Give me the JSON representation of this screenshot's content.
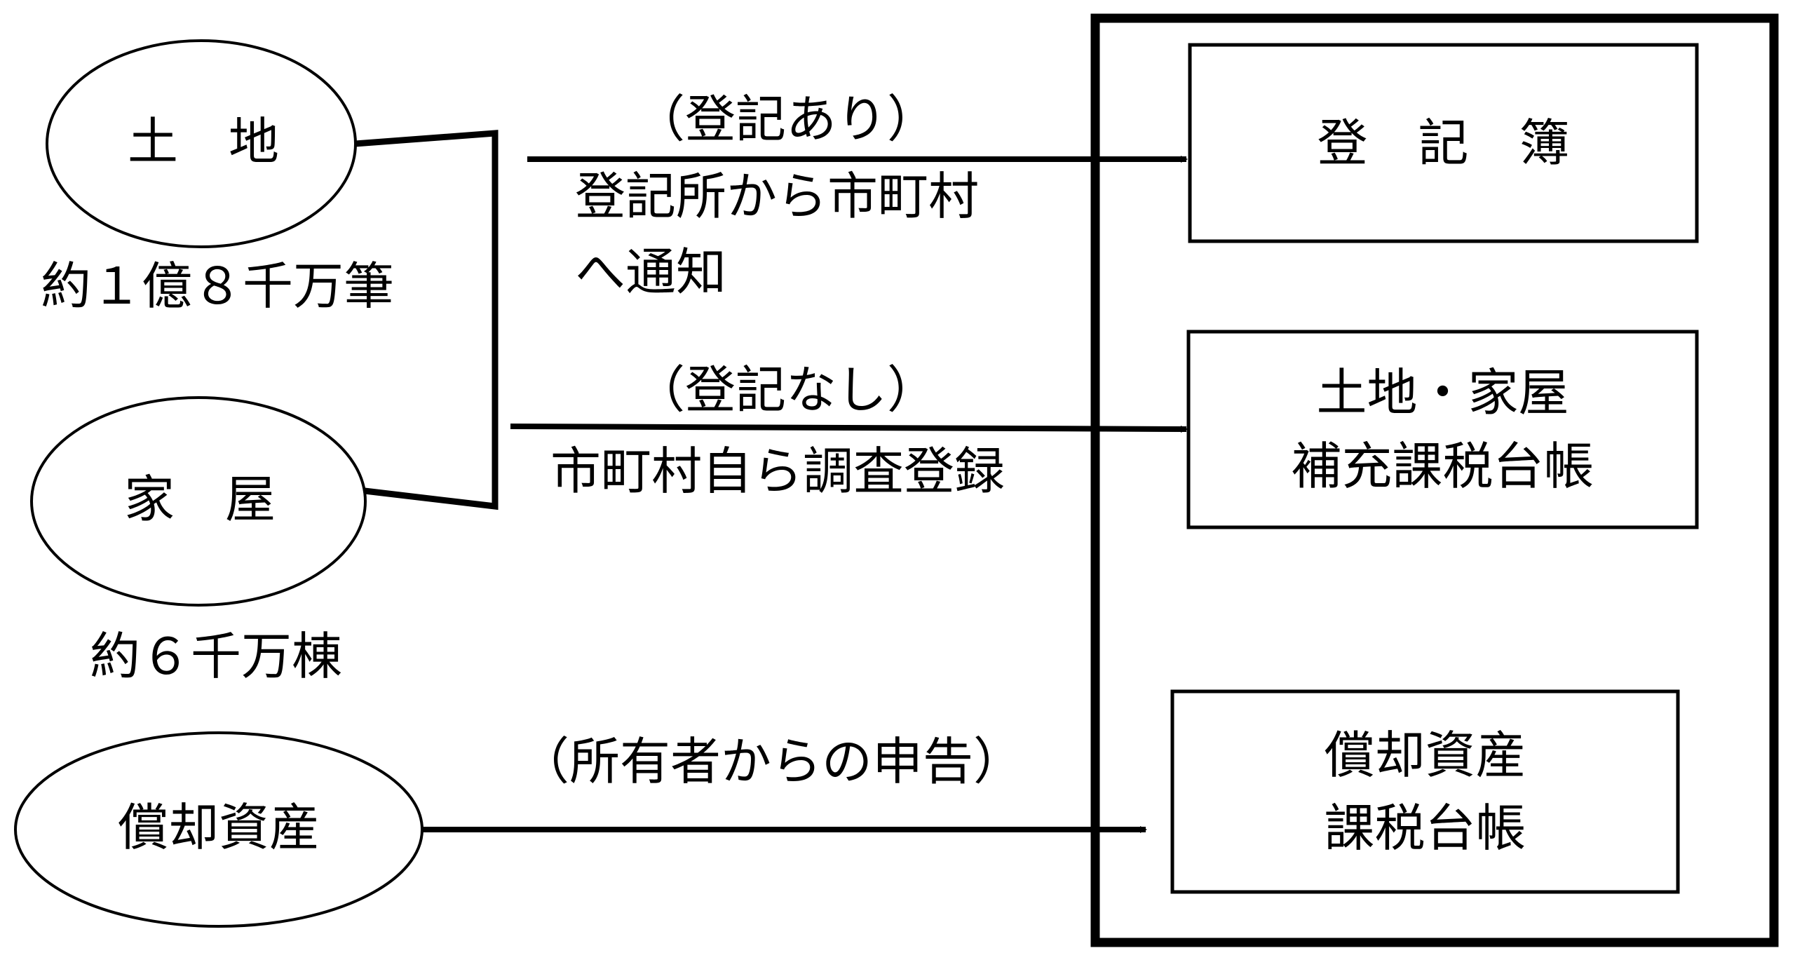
{
  "colors": {
    "stroke": "#000000",
    "background": "#ffffff"
  },
  "sources": [
    {
      "id": "land",
      "label": "土　地",
      "note": "約１億８千万筆"
    },
    {
      "id": "house",
      "label": "家　屋",
      "note": "約６千万棟"
    },
    {
      "id": "depreciable",
      "label": "償却資産",
      "note": ""
    }
  ],
  "flows": [
    {
      "id": "registered",
      "label": "（登記あり）",
      "desc_lines": [
        "登記所から市町村",
        "へ通知"
      ],
      "to": "registry"
    },
    {
      "id": "unregistered",
      "label": "（登記なし）",
      "desc_lines": [
        "市町村自ら調査登録"
      ],
      "to": "supplementary"
    },
    {
      "id": "declared",
      "label": "（所有者からの申告）",
      "desc_lines": [],
      "to": "depreciable-ledger"
    }
  ],
  "ledgers": [
    {
      "id": "registry",
      "lines": [
        "登　記　簿"
      ]
    },
    {
      "id": "supplementary",
      "lines": [
        "土地・家屋",
        "補充課税台帳"
      ]
    },
    {
      "id": "depreciable-ledger",
      "lines": [
        "償却資産",
        "課税台帳"
      ]
    }
  ]
}
